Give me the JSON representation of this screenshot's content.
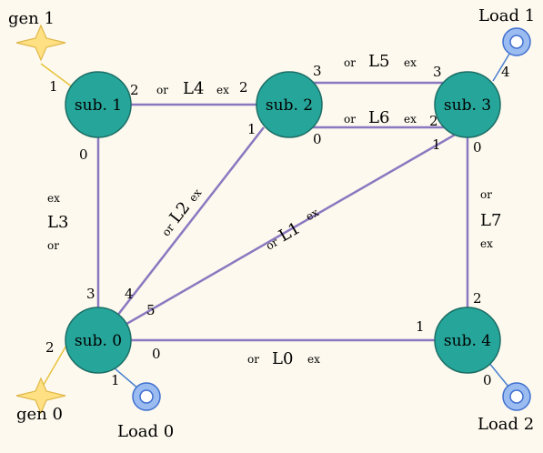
{
  "substations": [
    {
      "id": "sub0",
      "label": "sub. 0"
    },
    {
      "id": "sub1",
      "label": "sub. 1"
    },
    {
      "id": "sub2",
      "label": "sub. 2"
    },
    {
      "id": "sub3",
      "label": "sub. 3"
    },
    {
      "id": "sub4",
      "label": "sub. 4"
    }
  ],
  "lines": [
    {
      "id": "L0",
      "name": "L0",
      "or": "or",
      "ex": "ex",
      "from": "sub0",
      "to": "sub4",
      "or_port": "0",
      "ex_port": "1"
    },
    {
      "id": "L1",
      "name": "L1",
      "or": "or",
      "ex": "ex",
      "from": "sub0",
      "to": "sub3",
      "or_port": "5",
      "ex_port": "1"
    },
    {
      "id": "L2",
      "name": "L2",
      "or": "or",
      "ex": "ex",
      "from": "sub0",
      "to": "sub2",
      "or_port": "4",
      "ex_port": "1"
    },
    {
      "id": "L3",
      "name": "L3",
      "or": "or",
      "ex": "ex",
      "from": "sub0",
      "to": "sub1",
      "or_port": "3",
      "ex_port": "0"
    },
    {
      "id": "L4",
      "name": "L4",
      "or": "or",
      "ex": "ex",
      "from": "sub1",
      "to": "sub2",
      "or_port": "2",
      "ex_port": "2"
    },
    {
      "id": "L5",
      "name": "L5",
      "or": "or",
      "ex": "ex",
      "from": "sub2",
      "to": "sub3",
      "or_port": "3",
      "ex_port": "3"
    },
    {
      "id": "L6",
      "name": "L6",
      "or": "or",
      "ex": "ex",
      "from": "sub2",
      "to": "sub3",
      "or_port": "0",
      "ex_port": "2"
    },
    {
      "id": "L7",
      "name": "L7",
      "or": "or",
      "ex": "ex",
      "from": "sub3",
      "to": "sub4",
      "or_port": "0",
      "ex_port": "2"
    }
  ],
  "generators": [
    {
      "id": "gen0",
      "label": "gen 0",
      "substation": "sub0",
      "port": "2"
    },
    {
      "id": "gen1",
      "label": "gen 1",
      "substation": "sub1",
      "port": "1"
    }
  ],
  "loads": [
    {
      "id": "load0",
      "label": "Load 0",
      "substation": "sub0",
      "port": "1"
    },
    {
      "id": "load1",
      "label": "Load 1",
      "substation": "sub3",
      "port": "4"
    },
    {
      "id": "load2",
      "label": "Load 2",
      "substation": "sub4",
      "port": "0"
    }
  ],
  "colors": {
    "background": "#fdf9ee",
    "substation": "#26a69a",
    "substation_stroke": "#1c6e66",
    "line": "#8a78c0",
    "generator": "#ffe082",
    "generator_stroke": "#e0b84a",
    "generator_link": "#e8c23a",
    "load": "#9bbcf0",
    "load_stroke": "#3f6fd0",
    "load_link": "#4a7fd0"
  }
}
